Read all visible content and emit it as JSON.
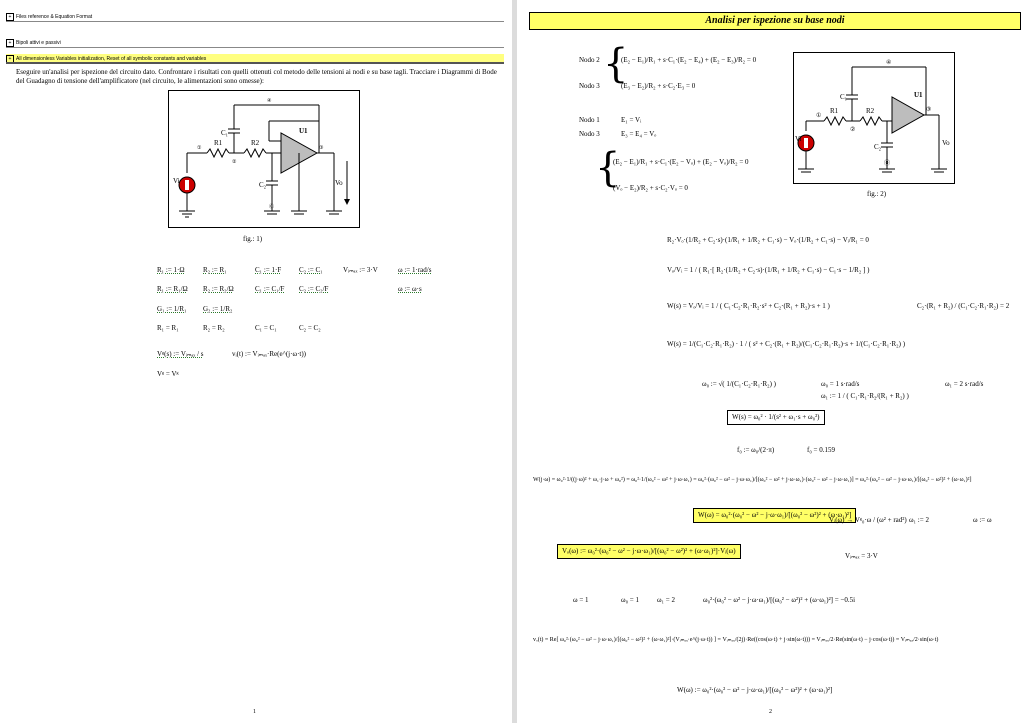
{
  "page1": {
    "collapsed_regions": [
      {
        "label": "Files reference & Equation Format"
      },
      {
        "label": "Bipoli attivi e passivi"
      },
      {
        "label": "All dimensionless Variables initialization, Reset of all symbolic constants and variables"
      }
    ],
    "intro_text": "Eseguire un'analisi per ispezione del circuito dato. Confrontare i risultati con quelli ottenuti col metodo delle tensioni ai nodi e su base tagli. Tracciare i Diagrammi di Bode del Guadagno di tensione dell'amplificatore (nel circuito, le alimentazioni sono omesse):",
    "figure_caption": "fig.: 1)",
    "circuit_labels": {
      "r1": "R1",
      "r2": "R2",
      "c1": "C₁",
      "c2": "C₂",
      "u1": "U1",
      "vi": "Vi",
      "vo": "Vo"
    },
    "node_numbers": [
      "①",
      "②",
      "③",
      "④",
      "⓪"
    ],
    "defs": {
      "r1u": "R₁ := 1·Ω",
      "r2u": "R₂ := R₁",
      "c1u": "C₁ := 1·F",
      "c2u": "C₂ := C₁",
      "vimax": "Vᵢₘₐₓ := 3·V",
      "omega": "ω := 1·rad/s",
      "r1n": "R₁ := R₁/Ω",
      "r2n": "R₂ := R₂/Ω",
      "c1n": "C₁ := C₁/F",
      "c2n": "C₂ := C₂/F",
      "omegan": "ω := ω·s",
      "g1": "G₁ := 1/R₁",
      "g2": "G₂ := 1/R₂",
      "r1s": "R₁ = R₁",
      "r2s": "R₂ = R₂",
      "c1s": "C₁ = C₁",
      "c2s": "C₂ = C₂",
      "vgs": "Vᵍ(s) := Vᵢₘₐₓ / s",
      "vit": "vᵢ(t) := Vᵢₘₐₓ·Re(e^(j·ω·t))",
      "vg": "Vᵍ = Vᵍ"
    },
    "page_number": "1"
  },
  "page2": {
    "title": "Analisi per ispezione su base nodi",
    "figure_caption": "fig.: 2)",
    "system1": {
      "node2_label": "Nodo 2",
      "node2_eq": "(E₂ − E₁)/R₁ + s·C₁·(E₂ − E₄) + (E₂ − E₃)/R₂ = 0",
      "node3_label": "Nodo 3",
      "node3_eq": "(E₃ − E₂)/R₂ + s·C₂·E₃ = 0"
    },
    "nodes": {
      "n1_label": "Nodo 1",
      "n1_eq": "E₁ = Vᵢ",
      "n3_label": "Nodo 3",
      "n3_eq": "E₃ = E₄ = Vₒ"
    },
    "system2": {
      "eq1": "(E₂ − E₁)/R₁ + s·C₁·(E₂ − Vₒ) + (E₂ − Vₒ)/R₂ = 0",
      "eq2": "(Vₒ − E₂)/R₂ + s·C₂·Vₒ = 0"
    },
    "eq_main": "R₂·Vₒ·(1/R₂ + C₂·s)·(1/R₁ + 1/R₂ + C₁·s) − Vₒ·(1/R₂ + C₁·s) − Vᵢ/R₁ = 0",
    "eq_ratio": "Vₒ/Vᵢ = 1 / ( R₁·[ R₂·(1/R₂ + C₂·s)·(1/R₁ + 1/R₂ + C₁·s) − C₁·s − 1/R₂ ] )",
    "eq_ws": "W(s) = Vₒ/Vᵢ = 1 / ( C₁·C₂·R₁·R₂·s² + C₂·(R₁ + R₂)·s + 1 )",
    "eq_side": "C₂·(R₁ + R₂) / (C₁·C₂·R₁·R₂) = 2",
    "eq_ws2": "W(s) = 1/(C₁·C₂·R₁·R₂) · 1 / ( s² + C₂·(R₁ + R₂)/(C₁·C₂·R₁·R₂)·s + 1/(C₁·C₂·R₁·R₂) )",
    "omega0_def": "ω₀ := √( 1/(C₁·C₂·R₁·R₂) )",
    "omega0_val": "ω₀ = 1 s·rad/s",
    "omega1_def": "ω₁ := 1 / ( C₁·R₁·R₂/(R₁ + R₂) )",
    "omega1_val": "ω₁ = 2 s·rad/s",
    "ws_box": "W(s) = ω₀² · 1/(s² + ω₁·s + ω₀²)",
    "f0_def": "f₀ := ω₀/(2·π)",
    "f0_val": "f₀ = 0.159",
    "wjw_chain": "W(j·ω) = ω₀²·1/((j·ω)² + ω₁·j·ω + ω₀²) = ω₀²·1/(ω₀² − ω² + j·ω·ω₁) = ω₀²·(ω₀² − ω² − j·ω·ω₁)/[(ω₀² − ω² + j·ω·ω₁)·(ω₀² − ω² − j·ω·ω₁)] = ω₀²·(ω₀² − ω² − j·ω·ω₁)/[(ω₀² − ω²)² + (ω·ω₁)²]",
    "w_box": "W(ω) = ω₀²·(ω₀² − ω² − j·ω·ω₁)/[(ω₀² − ω²)² + (ω·ω₁)²]",
    "vi_omega": "Vᵢ(ω) → Vᵍ₀·ω / (ω² + rad²)",
    "omega1_assign": "ω₁ := 2",
    "omega_assign": "ω := ω",
    "vo_box": "Vₒ(ω) := ω₀²·(ω₀² − ω² − j·ω·ω₁)/[(ω₀² − ω²)² + (ω·ω₁)²]·Vᵢ(ω)",
    "vimax_val": "Vᵢₘₐₓ = 3·V",
    "num_omega": "ω = 1",
    "num_omega0": "ω₀ = 1",
    "num_omega1": "ω₁ = 2",
    "num_result": "ω₀²·(ω₀² − ω² − j·ω·ω₁)/[(ω₀² − ω²)² + (ω·ω₁)²] = −0.5i",
    "vot": "vₒ(t) = Re[ ω₀²·(ω₀² − ω² − j·ω·ω₁)/[(ω₀² − ω²)² + (ω·ω₁)²]·(Vᵢₘₐₓ·e^(j·ω·t)) ] = Vᵢₘₐₓ/(2j)·Re((cos(ω·t) + j·sin(ω·t))) = Vᵢₘₐₓ/2·Re(sin(ω·t) − j·cos(ω·t)) = Vᵢₘₐₓ/2·sin(ω·t)",
    "w_final": "W(ω) := ω₀²·(ω₀² − ω² − j·ω·ω₁)/[(ω₀² − ω²)² + (ω·ω₁)²]",
    "page_number": "2"
  },
  "colors": {
    "highlight": "#ffff66",
    "resistor": "#000000",
    "source": "#cc0000",
    "opamp_fill": "#bdbdbd",
    "page_bg": "#ffffff",
    "gutter": "#dcdcdc"
  }
}
